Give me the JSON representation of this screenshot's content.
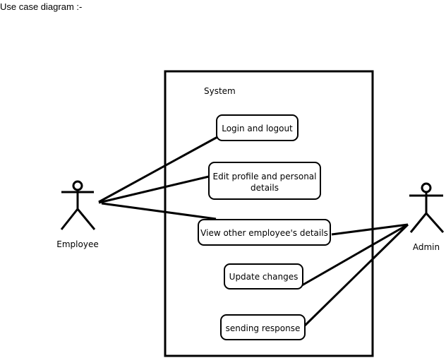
{
  "heading": "Use case diagram :-",
  "system": {
    "label": "System"
  },
  "actors": {
    "employee": {
      "label": "Employee"
    },
    "admin": {
      "label": "Admin"
    }
  },
  "use_cases": {
    "login": {
      "label": "Login and logout"
    },
    "edit_profile": {
      "label_line1": "Edit profile and personal",
      "label_line2": "details"
    },
    "view_details": {
      "label": "View other employee's details"
    },
    "update": {
      "label": "Update changes"
    },
    "response": {
      "label": "sending response"
    }
  }
}
